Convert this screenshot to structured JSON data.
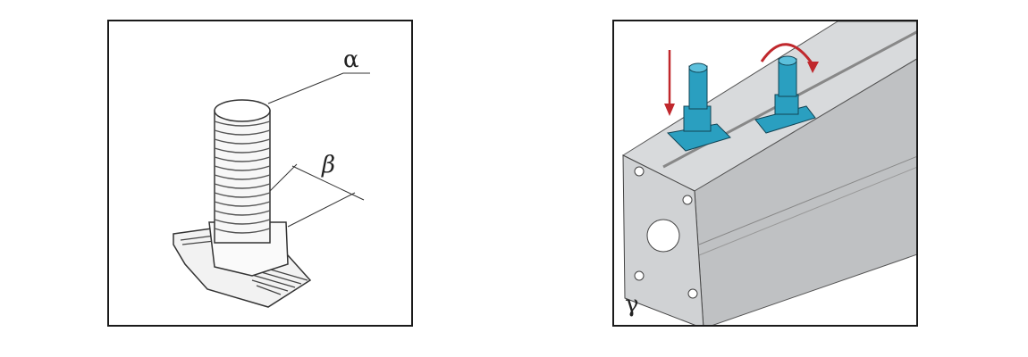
{
  "left_panel": {
    "label_alpha": "α",
    "label_beta": "β"
  },
  "right_panel": {
    "label_gamma": "γ"
  },
  "colors": {
    "bolt_blue": "#2a9fc0",
    "arrow_red": "#c0282d",
    "profile_gray": "#c9cbcd"
  }
}
